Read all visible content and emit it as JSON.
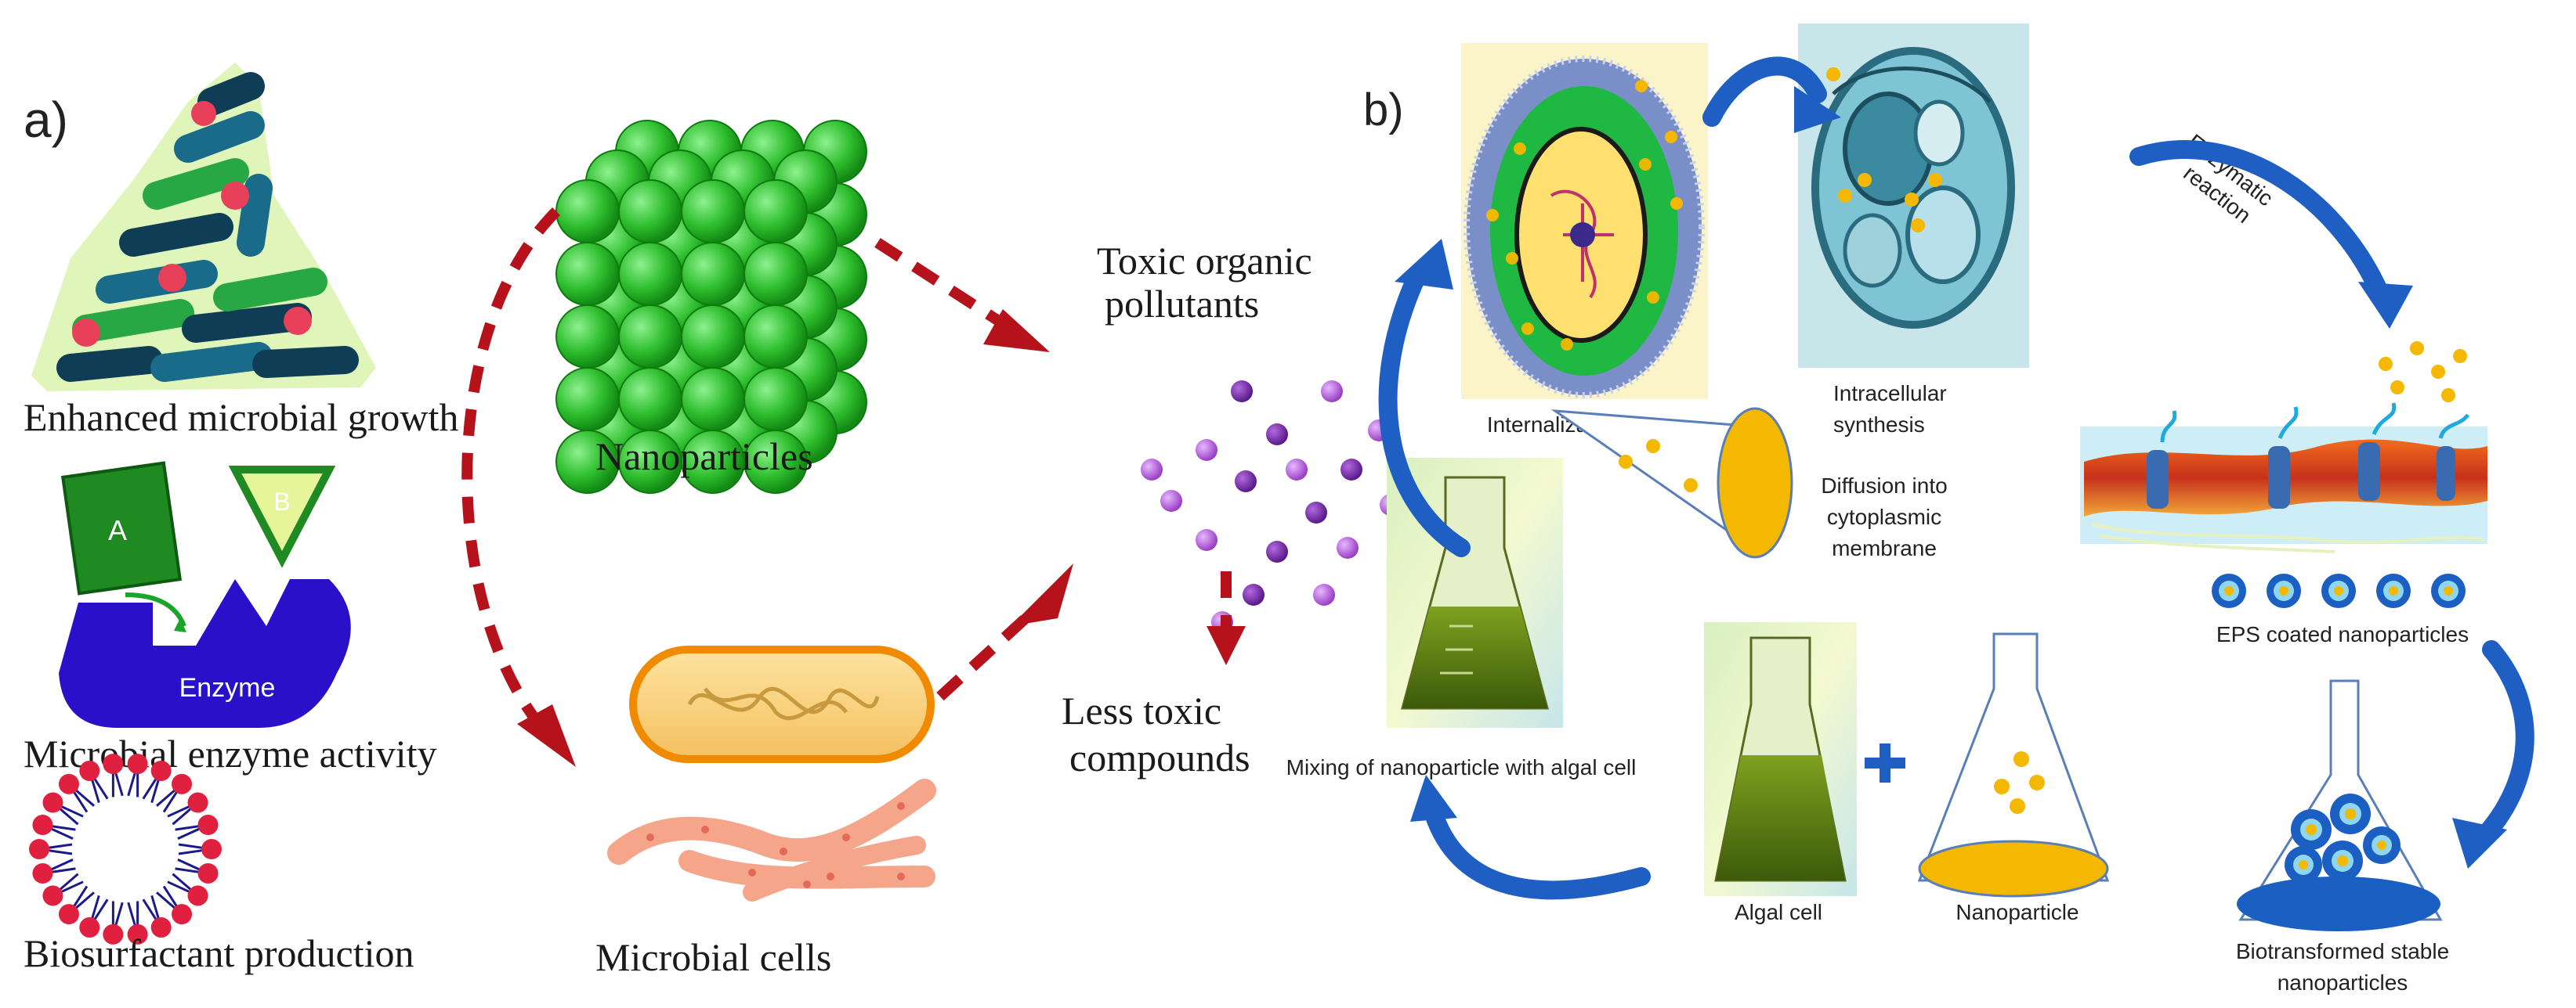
{
  "panel_a": {
    "label": "a)",
    "left_items": [
      "Enhanced microbial growth",
      "Microbial enzyme activity",
      "Biosurfactant production"
    ],
    "enzyme_label": "Enzyme",
    "substrate_a": "A",
    "substrate_b": "B",
    "nanoparticles_label": "Nanoparticles",
    "microbial_cells_label": "Microbial cells",
    "toxic_label_line1": "Toxic organic",
    "toxic_label_line2": "pollutants",
    "less_toxic_line1": "Less toxic",
    "less_toxic_line2": "compounds"
  },
  "panel_b": {
    "label": "b)",
    "internalization": "Internalization",
    "intracellular_line1": "Intracellular",
    "intracellular_line2": "synthesis",
    "enzymatic_line1": "Enzymatic",
    "enzymatic_line2": "reaction",
    "diffusion_line1": "Diffusion into",
    "diffusion_line2": "cytoplasmic",
    "diffusion_line3": "membrane",
    "eps_label": "EPS coated nanoparticles",
    "mixing_label": "Mixing of nanoparticle with algal cell",
    "algal_cell": "Algal cell",
    "nanoparticle": "Nanoparticle",
    "biotransformed_line1": "Biotransformed stable",
    "biotransformed_line2": "nanoparticles"
  },
  "colors": {
    "arrow_red": "#b5121b",
    "arrow_blue": "#1f5fc4",
    "nanoparticle_green": "#2fbf2f",
    "pollutant_purple": "#9b3fc4",
    "gold_particle": "#f5b800",
    "enzyme_blue": "#2a10c8"
  }
}
